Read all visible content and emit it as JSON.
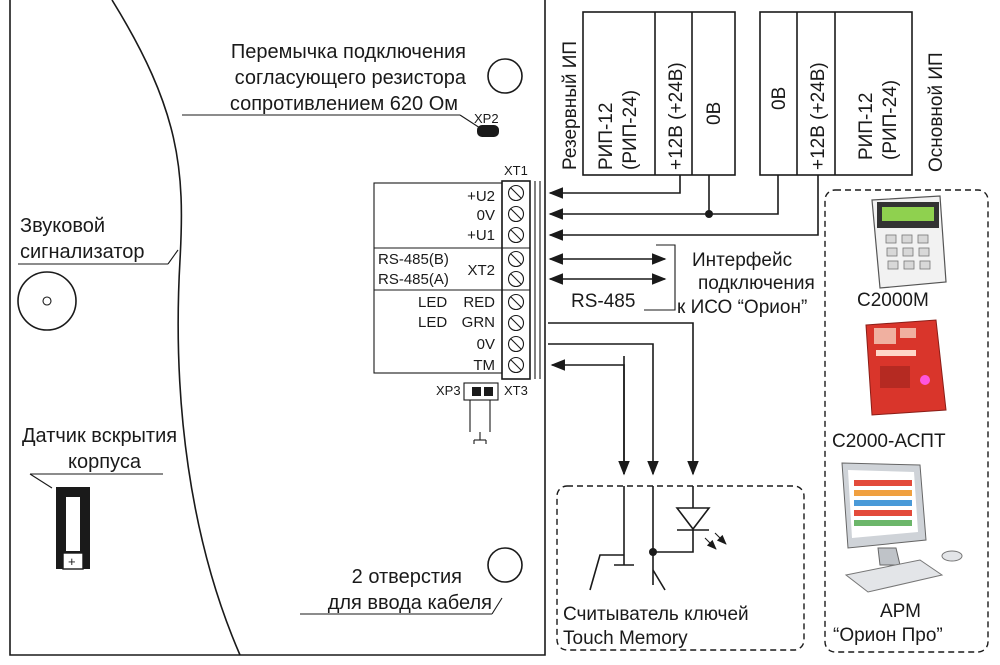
{
  "annotations": {
    "jumper_lines": [
      "Перемычка подключения",
      "согласующего резистора",
      "сопротивлением 620 Ом"
    ],
    "buzzer_lines": [
      "Звуковой",
      "сигнализатор"
    ],
    "tamper_lines": [
      "Датчик вскрытия",
      "корпуса"
    ],
    "holes_lines": [
      "2 отверстия",
      "для ввода кабеля"
    ],
    "interface_lines": [
      "Интерфейс",
      "подключения",
      "к ИСО “Орион”"
    ],
    "rs485": "RS-485"
  },
  "connectors": {
    "xp2": "XP2",
    "xp3": "XP3",
    "xt1": "XT1",
    "xt3": "XT3",
    "xt2": "XT2",
    "terminals_xt1": [
      "+U2",
      "0V",
      "+U1"
    ],
    "terminals_xt2": [
      "RS-485(B)",
      "RS-485(A)"
    ],
    "led_left": [
      "LED",
      "LED"
    ],
    "terminals_xt3": [
      "RED",
      "GRN",
      "0V",
      "TM"
    ],
    "tamper_plus": "+"
  },
  "power_supplies": {
    "reserve": {
      "title": "Резервный ИП",
      "model": "РИП-12",
      "model_alt": "(РИП-24)",
      "pin_plus": "+12В (+24В)",
      "pin_zero": "0В"
    },
    "main": {
      "title": "Основной ИП",
      "model": "РИП-12",
      "model_alt": "(РИП-24)",
      "pin_plus": "+12В (+24В)",
      "pin_zero": "0В"
    }
  },
  "reader": {
    "label_lines": [
      "Считыватель ключей",
      "Touch Memory"
    ]
  },
  "devices": [
    {
      "name": "С2000М",
      "icon": "keypad-icon"
    },
    {
      "name": "С2000-АСПТ",
      "icon": "control-cabinet-icon"
    },
    {
      "name": "АРМ",
      "subname": "“Орион Про”",
      "icon": "computer-icon"
    }
  ],
  "colors": {
    "line": "#1a1a1a",
    "cabinet_red": "#d9352b",
    "lcd_green": "#8fd14f"
  }
}
